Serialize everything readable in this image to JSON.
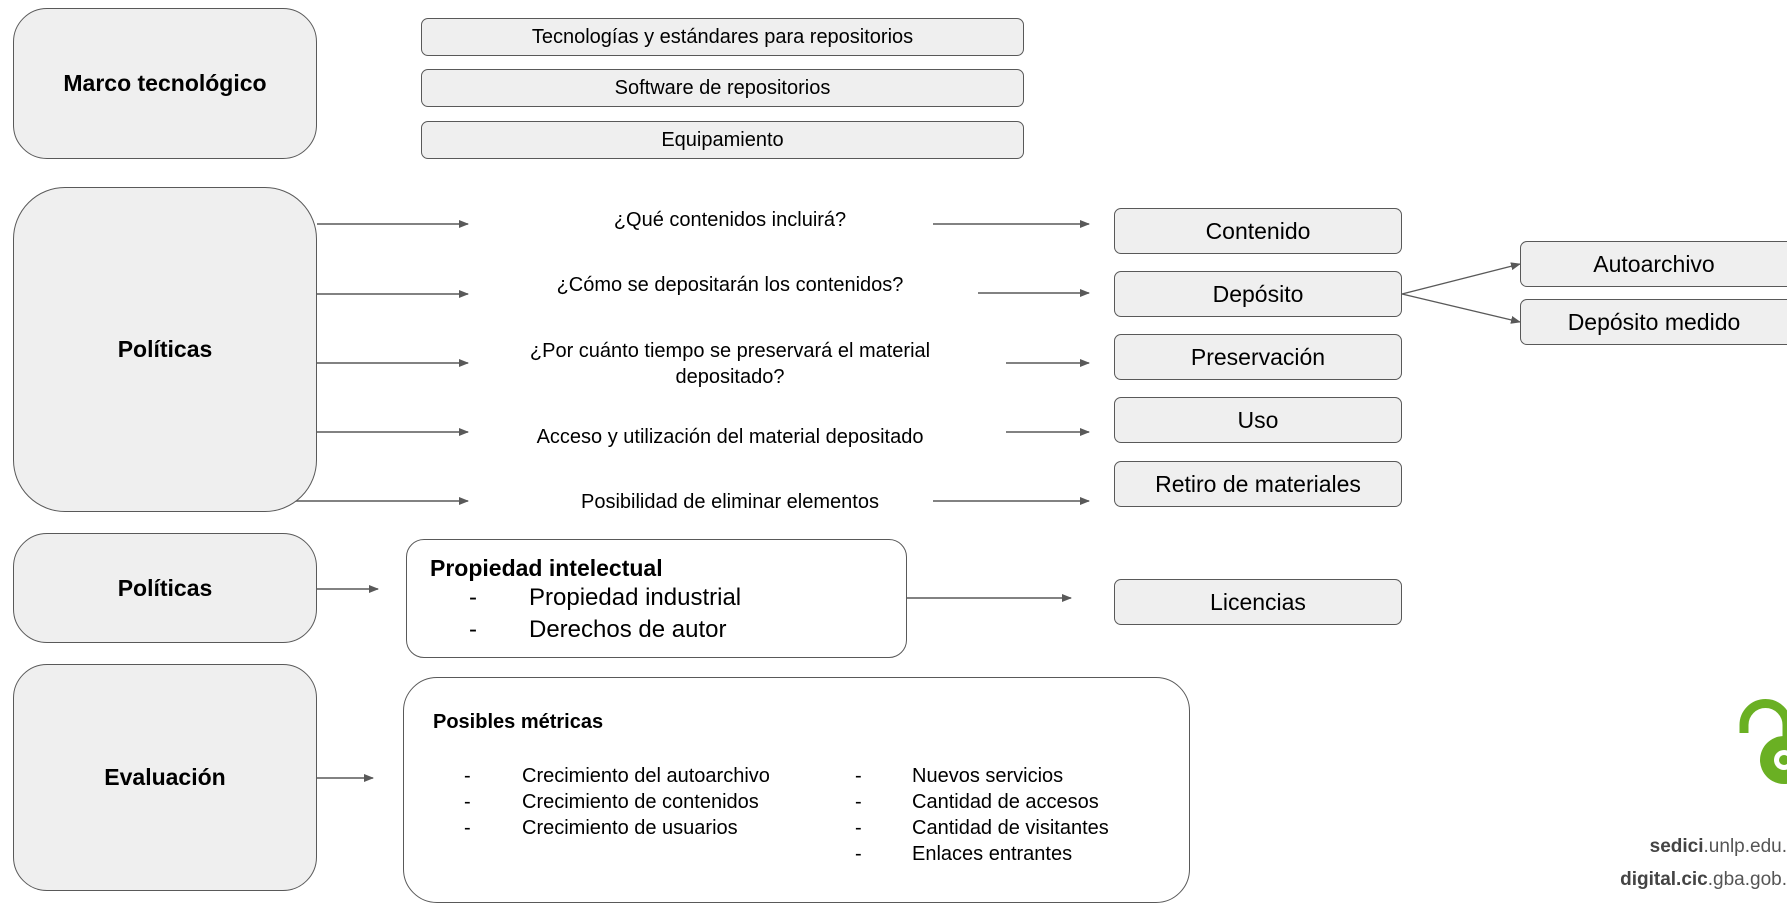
{
  "marco": {
    "title": "Marco tecnológico",
    "items": [
      "Tecnologías y estándares para repositorios",
      "Software de repositorios",
      "Equipamiento"
    ]
  },
  "politicas": {
    "title": "Políticas",
    "questions": [
      "¿Qué contenidos incluirá?",
      "¿Cómo se depositarán los contenidos?",
      "¿Por cuánto tiempo se preservará el material depositado?",
      "Acceso y utilización del material depositado",
      "Posibilidad de eliminar elementos"
    ],
    "results": [
      "Contenido",
      "Depósito",
      "Preservación",
      "Uso",
      "Retiro de materiales"
    ],
    "deposito_types": [
      "Autoarchivo",
      "Depósito medido"
    ]
  },
  "propiedad": {
    "title": "Políticas",
    "box_title": "Propiedad intelectual",
    "items": [
      "Propiedad industrial",
      "Derechos de autor"
    ],
    "result": "Licencias"
  },
  "evaluacion": {
    "title": "Evaluación",
    "box_title": "Posibles métricas",
    "col1": [
      "Crecimiento del autoarchivo",
      "Crecimiento de contenidos",
      "Crecimiento de usuarios"
    ],
    "col2": [
      "Nuevos servicios",
      "Cantidad de accesos",
      "Cantidad de visitantes",
      "Enlaces entrantes"
    ]
  },
  "logo": {
    "line1_bold": "sedici",
    "line1_rest": ".unlp.edu.",
    "line2_bold": "digital.cic",
    "line2_rest": ".gba.gob.",
    "color": "#6ab023"
  }
}
